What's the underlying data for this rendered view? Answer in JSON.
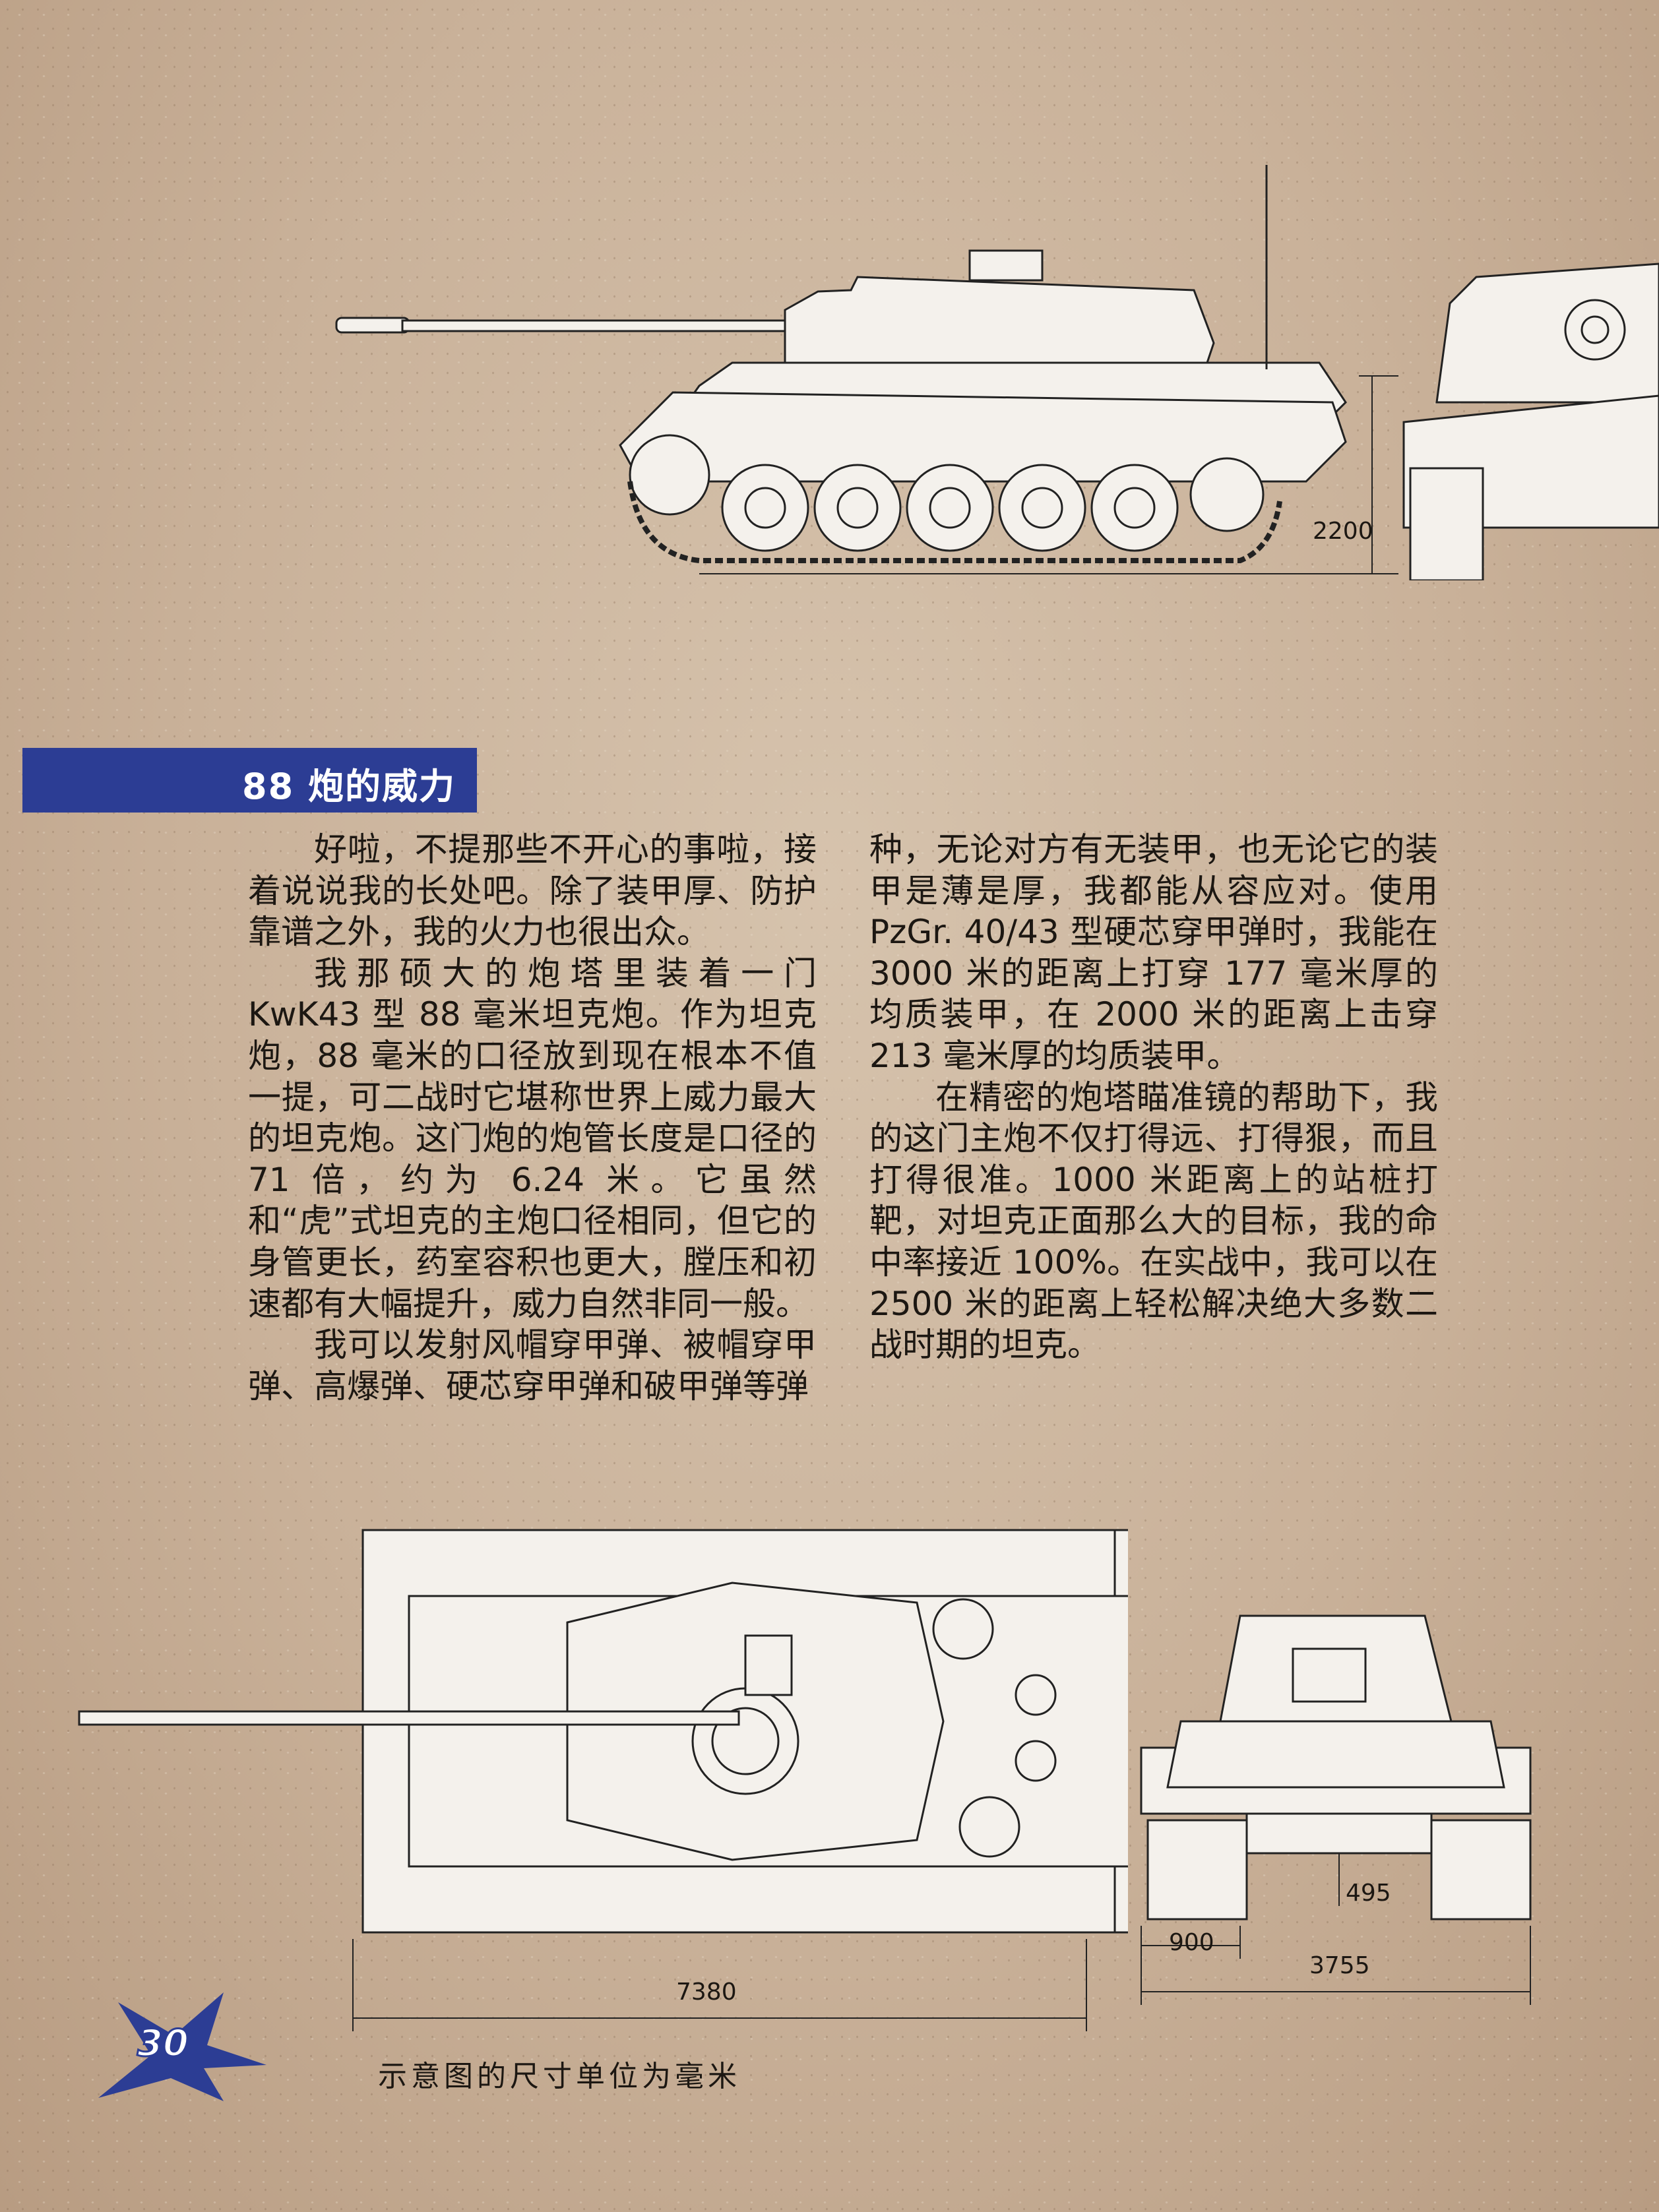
{
  "section": {
    "title": "88 炮的威力"
  },
  "left_column": {
    "paragraphs": [
      "好啦，不提那些不开心的事啦，接着说说我的长处吧。除了装甲厚、防护靠谱之外，我的火力也很出众。",
      "我那硕大的炮塔里装着一门 KwK43 型 88 毫米坦克炮。作为坦克炮，88 毫米的口径放到现在根本不值一提，可二战时它堪称世界上威力最大的坦克炮。这门炮的炮管长度是口径的 71 倍，约为 6.24 米。它虽然和“虎”式坦克的主炮口径相同，但它的身管更长，药室容积也更大，膛压和初速都有大幅提升，威力自然非同一般。",
      "我可以发射风帽穿甲弹、被帽穿甲弹、高爆弹、硬芯穿甲弹和破甲弹等弹"
    ]
  },
  "right_column": {
    "paragraphs": [
      "种，无论对方有无装甲，也无论它的装甲是薄是厚，我都能从容应对。使用 PzGr. 40/43 型硬芯穿甲弹时，我能在 3000 米的距离上打穿 177 毫米厚的均质装甲，在 2000 米的距离上击穿 213 毫米厚的均质装甲。",
      "在精密的炮塔瞄准镜的帮助下，我的这门主炮不仅打得远、打得狠，而且打得很准。1000 米距离上的站桩打靶，对坦克正面那么大的目标，我的命中率接近 100%。在实战中，我可以在 2500 米的距离上轻松解决绝大多数二战时期的坦克。"
    ]
  },
  "diagrams": {
    "height_label": "2200",
    "length_label": "7380",
    "width_label": "3755",
    "track_label": "900",
    "clearance_label": "495"
  },
  "caption": "示意图的尺寸单位为毫米",
  "page_number": "30",
  "colors": {
    "banner": "#2c3d94",
    "background": "#c9b199",
    "text": "#1c1712"
  }
}
